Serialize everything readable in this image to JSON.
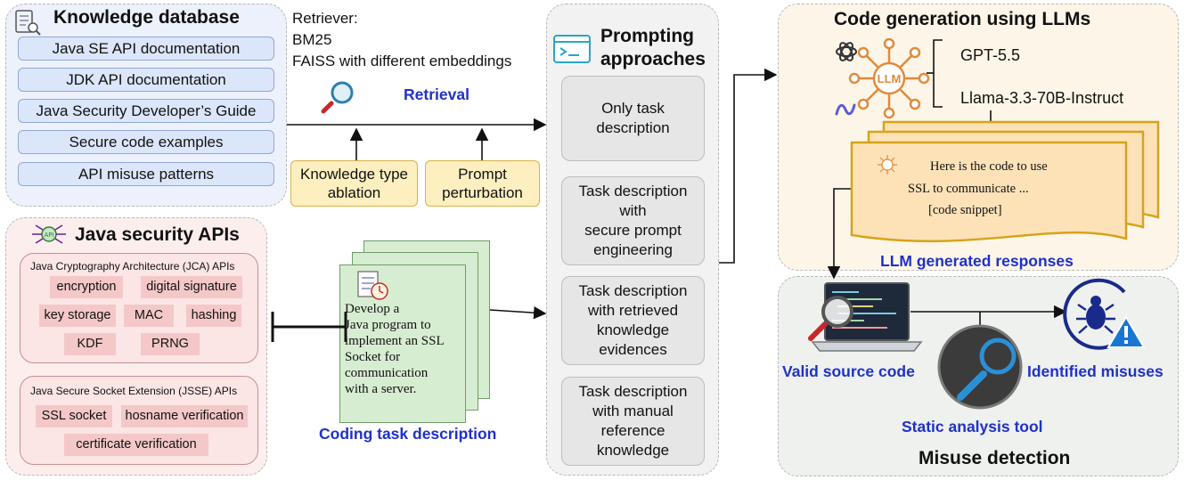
{
  "knowledge_database": {
    "title": "Knowledge database",
    "items": [
      "Java SE API documentation",
      "JDK API documentation",
      "Java Security Developer’s Guide",
      "Secure code examples",
      "API misuse patterns"
    ]
  },
  "retriever": {
    "lines": [
      "Retriever:",
      "BM25",
      "FAISS with different embeddings"
    ],
    "retrieval_label": "Retrieval"
  },
  "ablations": {
    "knowledge": "Knowledge type\nablation",
    "prompt": "Prompt\nperturbation"
  },
  "java_security_apis": {
    "title": "Java security APIs",
    "jca": {
      "title": "Java Cryptography Architecture (JCA) APIs",
      "chips": [
        "encryption",
        "digital signature",
        "key storage",
        "MAC",
        "hashing",
        "KDF",
        "PRNG"
      ]
    },
    "jsse": {
      "title": "Java Secure Socket Extension (JSSE) APIs",
      "chips": [
        "SSL socket",
        "hosname verification",
        "certificate verification"
      ]
    }
  },
  "coding_task": {
    "text": "Develop a\nJava program to\nimplement an SSL\nSocket for\ncommunication\nwith a server.",
    "caption": "Coding task description"
  },
  "prompting": {
    "title": "Prompting\napproaches",
    "boxes": [
      "Only task\ndescription",
      "Task description\nwith\nsecure prompt\nengineering",
      "Task description\nwith retrieved\nknowledge\nevidences",
      "Task description\nwith manual\nreference\nknowledge"
    ]
  },
  "code_generation": {
    "title": "Code generation using LLMs",
    "models": [
      "GPT-5.5",
      "Llama-3.3-70B-Instruct"
    ],
    "llm_label": "LLM",
    "response_lines": [
      "Here is the code to use",
      "SSL to communicate ...",
      "[code snippet]"
    ],
    "responses_caption": "LLM generated responses"
  },
  "misuse_detection": {
    "title": "Misuse detection",
    "valid_code": "Valid source code",
    "tool": "Static analysis tool",
    "identified": "Identified misuses"
  },
  "colors": {
    "accent_blue": "#1f31c7",
    "llm_orange": "#e08a3c",
    "doc_green": "#d7edd1",
    "response_orange": "#fde2b8"
  }
}
